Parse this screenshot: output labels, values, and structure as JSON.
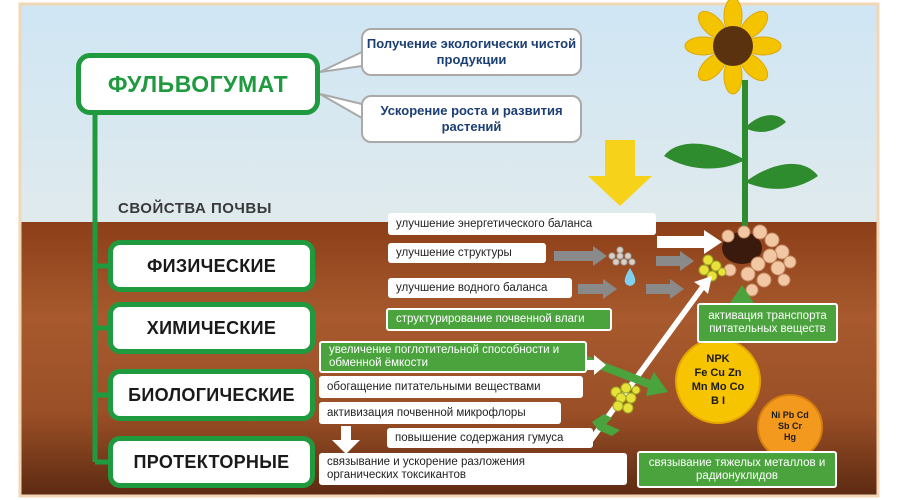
{
  "main_title": "ФУЛЬВОГУМАТ",
  "benefits": [
    "Получение экологически чистой продукции",
    "Ускорение роста и развития растений"
  ],
  "soil_properties_heading": "СВОЙСТВА ПОЧВЫ",
  "categories": [
    "ФИЗИЧЕСКИЕ",
    "ХИМИЧЕСКИЕ",
    "БИОЛОГИЧЕСКИЕ",
    "ПРОТЕКТОРНЫЕ"
  ],
  "physical_effects": [
    "улучшение энергетического баланса",
    "улучшение структуры",
    "улучшение водного баланса",
    "структурирование почвенной влаги"
  ],
  "chemical_effects": [
    "увеличение поглотительной способности и обменной ёмкости",
    "обогащение питательными веществами"
  ],
  "biological_effects": [
    "активизация почвенной микрофлоры",
    "повышение содержания гумуса"
  ],
  "protective_effects": [
    "связывание и ускорение разложения органических токсикантов"
  ],
  "right_labels": {
    "transport": "активация транспорта питательных веществ",
    "heavy_metals": "связывание тяжелых металлов и радионуклидов"
  },
  "nutrients_circle": [
    "NPK",
    "Fe Cu Zn",
    "Mn Mo Co",
    "B I"
  ],
  "metals_circle": [
    "Ni Pb Cd",
    "Sb Cr",
    "Hg"
  ],
  "colors": {
    "brand_green": "#1f9a3e",
    "label_green": "#4aa33d",
    "soil_dark": "#5c2a12",
    "soil_light": "#b8653a",
    "sky": "#dcecf6",
    "arrow_yellow": "#f6d21a",
    "circle_yellow": "#f6c400",
    "circle_orange": "#f39a1e"
  }
}
